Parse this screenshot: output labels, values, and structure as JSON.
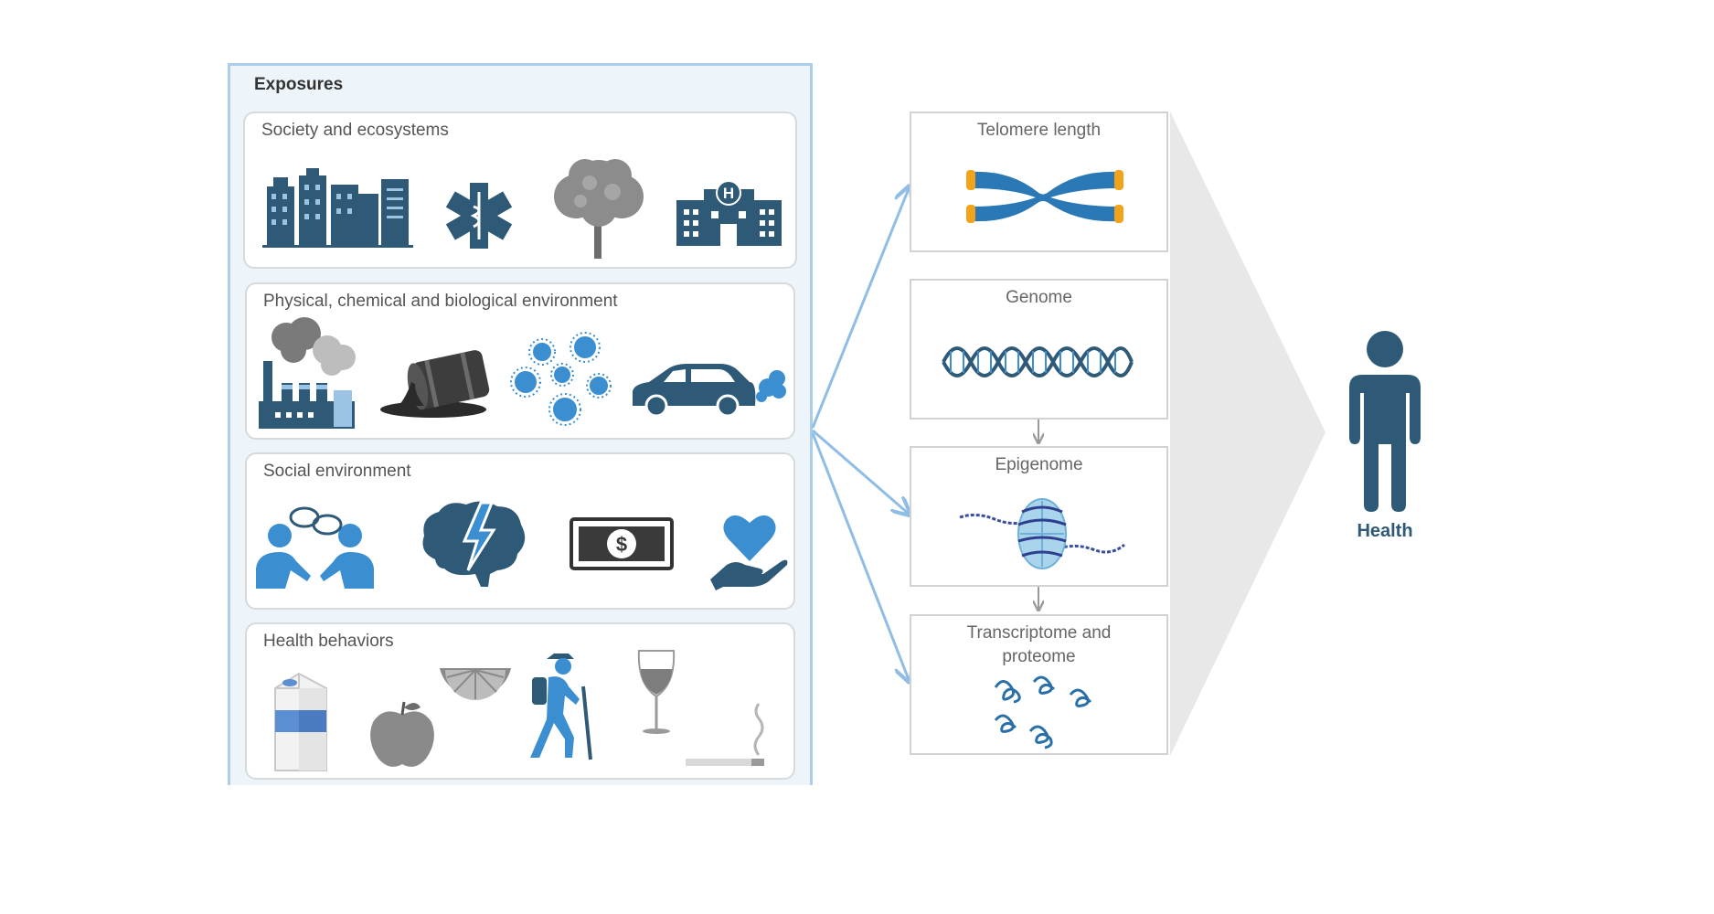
{
  "exposures": {
    "title": "Exposures",
    "categories": [
      {
        "label": "Society and ecosystems",
        "icons": [
          "city-buildings-icon",
          "medical-star-icon",
          "tree-icon",
          "hospital-icon"
        ]
      },
      {
        "label": "Physical, chemical and biological environment",
        "icons": [
          "factory-smoke-icon",
          "oil-barrel-spill-icon",
          "virus-particles-icon",
          "car-exhaust-icon"
        ]
      },
      {
        "label": "Social environment",
        "icons": [
          "people-talking-icon",
          "brain-lightning-icon",
          "dollar-bill-icon",
          "heart-hand-icon"
        ]
      },
      {
        "label": "Health behaviors",
        "icons": [
          "milk-carton-icon",
          "apple-icon",
          "lemon-slice-icon",
          "hiker-icon",
          "wine-glass-icon",
          "cigarette-icon"
        ]
      }
    ]
  },
  "omics": [
    {
      "label": "Telomere length",
      "icon": "chromosome-icon"
    },
    {
      "label": "Genome",
      "icon": "dna-helix-icon"
    },
    {
      "label": "Epigenome",
      "icon": "nucleosome-icon"
    },
    {
      "label": "Transcriptome and proteome",
      "icon": "protein-folds-icon"
    }
  ],
  "outcome": {
    "label": "Health",
    "icon": "person-icon"
  },
  "colors": {
    "primary": "#2e5a78",
    "accent": "#3b8fd1",
    "arrow": "#8fbde6",
    "panel_bg": "#eef5fa",
    "panel_border": "#a9cdea",
    "funnel": "#e8e8e8"
  }
}
